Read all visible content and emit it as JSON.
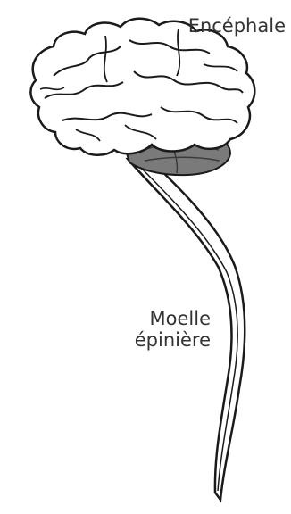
{
  "labels": {
    "brain": "Encéphale",
    "spinal_cord_line1": "Moelle",
    "spinal_cord_line2": "épinière"
  },
  "colors": {
    "background": "#ffffff",
    "outline": "#1a1a1a",
    "brain_fill": "#ffffff",
    "cerebellum_fill": "#7a7a7a",
    "text": "#333333"
  }
}
